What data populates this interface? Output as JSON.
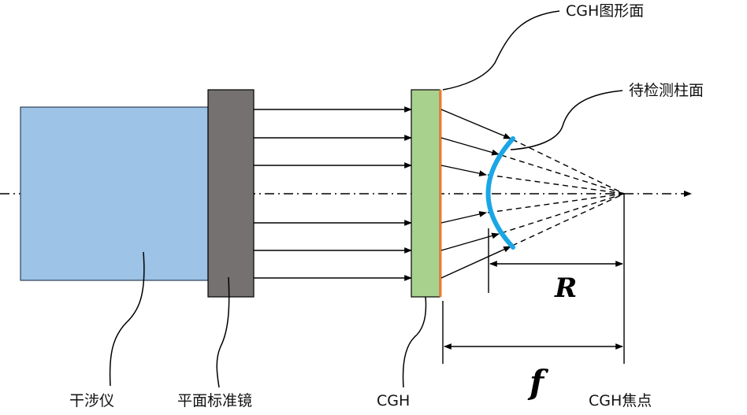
{
  "labels": {
    "interferometer": "干涉仪",
    "flat_mirror": "平面标准镜",
    "cgh": "CGH",
    "cgh_focus": "CGH焦点",
    "cgh_pattern_surface": "CGH图形面",
    "cylinder_under_test": "待检测柱面",
    "radius_symbol": "R",
    "focal_symbol": "f"
  },
  "colors": {
    "interferometer": "#9dc3e6",
    "flat_mirror": "#767171",
    "cgh": "#a9d18e",
    "cgh_surface": "#ed7d31",
    "cylinder": "#1aa6e6",
    "line": "#000000"
  }
}
